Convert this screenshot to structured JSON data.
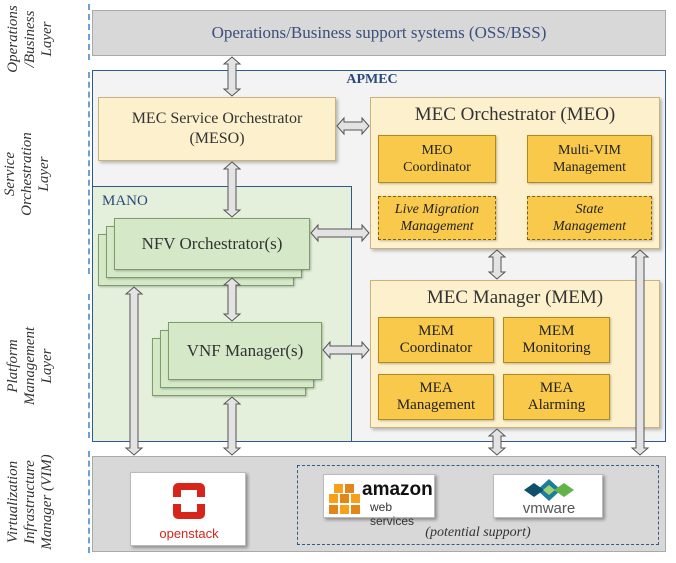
{
  "layers": {
    "operations": [
      "Operations",
      "/Business",
      "Layer"
    ],
    "service": [
      "Service",
      "Orchestration",
      "Layer"
    ],
    "platform": [
      "Platform",
      "Management",
      "Layer"
    ],
    "vim": [
      "Virtualization",
      "Infrastructure",
      "Manager (VIM)"
    ]
  },
  "oss_bss": "Operations/Business support systems (OSS/BSS)",
  "apmec": "APMEC",
  "meso": [
    "MEC Service Orchestrator",
    "(MESO)"
  ],
  "meo": {
    "title": "MEC Orchestrator (MEO)",
    "boxes": [
      [
        "MEO",
        "Coordinator"
      ],
      [
        "Multi-VIM",
        "Management"
      ],
      [
        "Live Migration",
        "Management"
      ],
      [
        "State",
        "Management"
      ]
    ]
  },
  "mano": {
    "title": "MANO",
    "nfvo": "NFV Orchestrator(s)",
    "vnfm": "VNF Manager(s)"
  },
  "mem": {
    "title": "MEC Manager (MEM)",
    "boxes": [
      [
        "MEM",
        "Coordinator"
      ],
      [
        "MEM",
        "Monitoring"
      ],
      [
        "MEA",
        "Management"
      ],
      [
        "MEA",
        "Alarming"
      ]
    ]
  },
  "vim": {
    "openstack": "openstack",
    "amazon": [
      "amazon",
      "web services"
    ],
    "vmware": "vmware",
    "potential": "(potential support)"
  },
  "colors": {
    "arrow_fill": "#e3e3e3",
    "arrow_stroke": "#555555",
    "bracket": "#6fa0d4",
    "openstack_red": "#d7251c",
    "amazon_orange": "#f7a11a",
    "vmware_blue": "#1d7c9f"
  }
}
